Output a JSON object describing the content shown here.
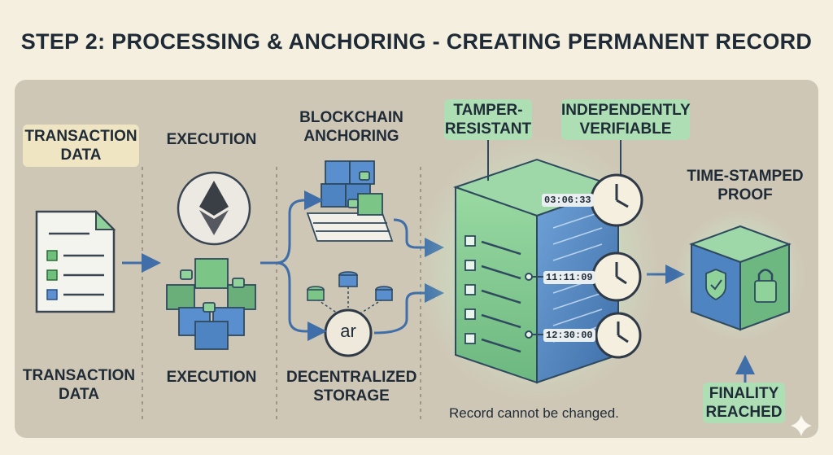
{
  "title": "STEP 2: PROCESSING & ANCHORING - CREATING PERMANENT RECORD",
  "stages": {
    "transaction_top": [
      "TRANSACTION",
      "DATA"
    ],
    "transaction_bottom": [
      "TRANSACTION",
      "DATA"
    ],
    "execution_top": "EXECUTION",
    "execution_bottom": "EXECUTION",
    "blockchain": [
      "BLOCKCHAIN",
      "ANCHORING"
    ],
    "decentralized": [
      "DECENTRALIZED",
      "STORAGE"
    ],
    "storage_logo": "ar",
    "tamper": [
      "TAMPER-",
      "RESISTANT"
    ],
    "verifiable": [
      "INDEPENDENTLY",
      "VERIFIABLE"
    ],
    "timestamped": [
      "TIME-STAMPED",
      "PROOF"
    ],
    "finality": [
      "FINALITY",
      "REACHED"
    ]
  },
  "timestamps": [
    "03:06:33",
    "11:11:09",
    "12:30:00"
  ],
  "record_note": "Record cannot be changed.",
  "colors": {
    "background": "#f5efdf",
    "panel": "#cfc7b6",
    "accent_green": "#7ac88a",
    "accent_blue": "#4f7fb8",
    "text": "#1f2b37"
  }
}
